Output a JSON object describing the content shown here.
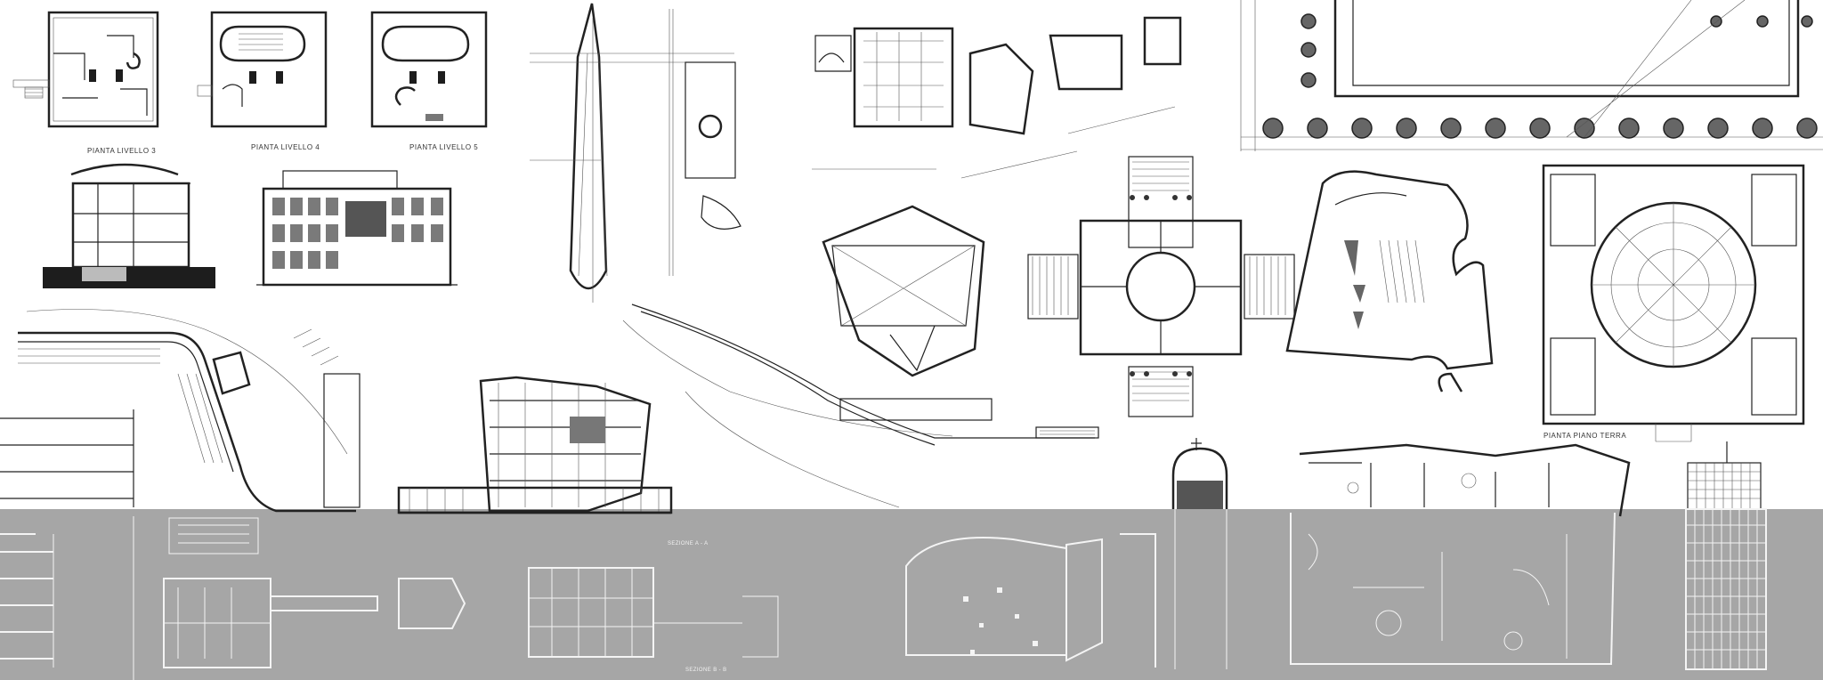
{
  "labels": {
    "plan_level_3": "PIANTA LIVELLO 3",
    "plan_level_4": "PIANTA LIVELLO 4",
    "plan_level_5": "PIANTA LIVELLO 5",
    "plan_ground_floor": "PIANTA PIANO TERRA",
    "section_aa": "SEZIONE A - A",
    "section_bb": "SEZIONE B - B"
  },
  "colors": {
    "background": "#ffffff",
    "grey_band": "#a6a6a6",
    "ink": "#222222"
  }
}
